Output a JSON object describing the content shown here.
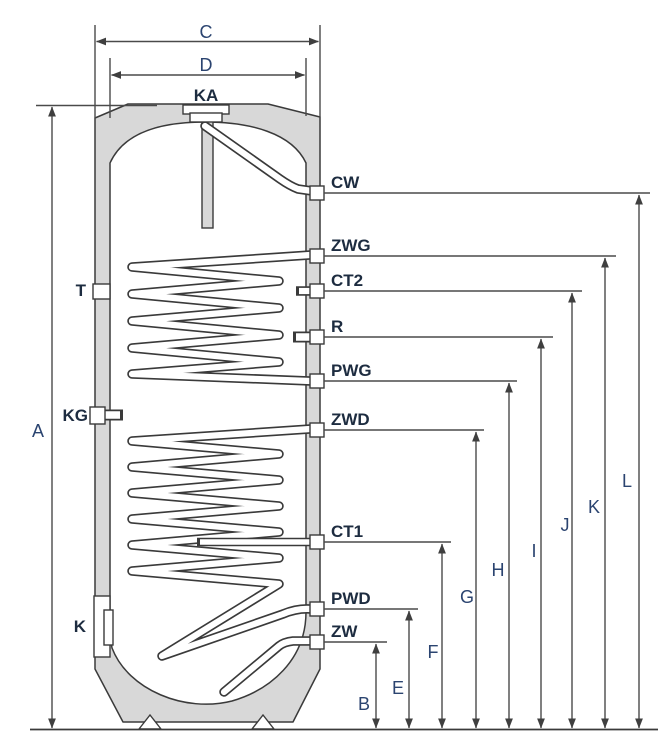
{
  "diagram": {
    "type": "storage-tank-dimension-diagram",
    "description": "Vertical hot water storage tank with two internal coil heat exchangers, side connections and dimension arrows"
  },
  "labels": {
    "connections": {
      "ka": "KA",
      "cw": "CW",
      "zwg": "ZWG",
      "ct2": "CT2",
      "r": "R",
      "pwg": "PWG",
      "zwd": "ZWD",
      "ct1": "CT1",
      "pwd": "PWD",
      "zw": "ZW",
      "t": "T",
      "kg": "KG",
      "k": "K"
    },
    "dimensions": {
      "a": "A",
      "b": "B",
      "c": "C",
      "d": "D",
      "e": "E",
      "f": "F",
      "g": "G",
      "h": "H",
      "i": "I",
      "j": "J",
      "k": "K",
      "l": "L"
    }
  },
  "dimension_targets": {
    "a": "overall height",
    "c": "outer diameter",
    "d": "inner vessel diameter",
    "b": "ZW",
    "e": "PWD",
    "f": "CT1",
    "g": "ZWD",
    "h": "PWG",
    "i": "R",
    "j": "CT2",
    "k": "ZWG",
    "l": "CW"
  },
  "colors": {
    "insulation_fill": "#d8d8d8",
    "drawing_outline": "#3a3a3a",
    "dimension_line": "#4a4a4a",
    "connection_label": "#1d2c40",
    "dimension_label": "#2b4470",
    "background": "#ffffff"
  }
}
